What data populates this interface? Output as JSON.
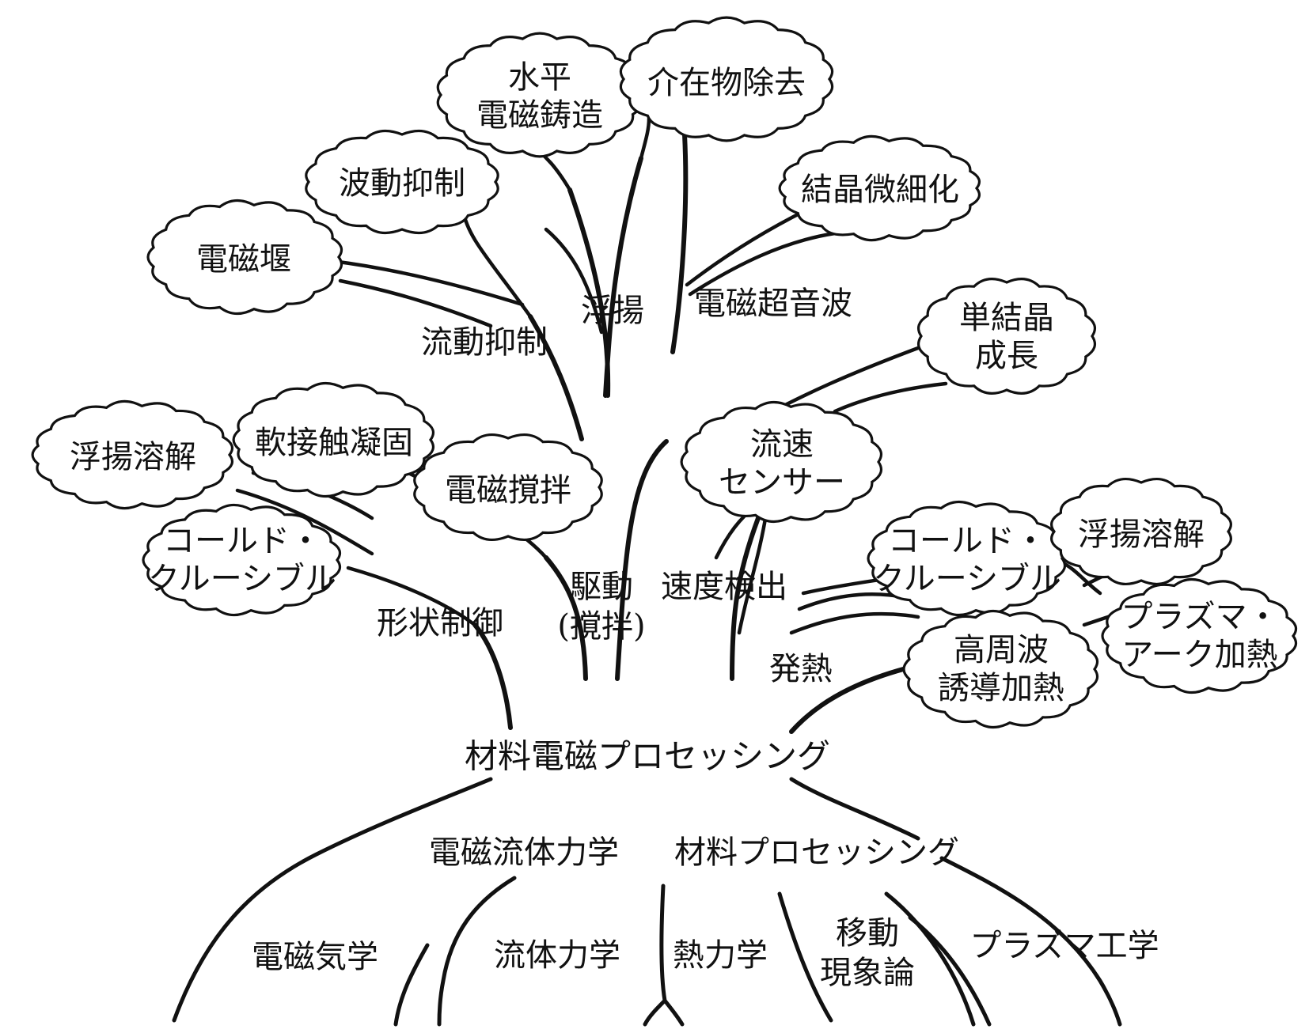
{
  "trunk_label": "材料電磁プロセッシング",
  "foundations": [
    "電磁流体力学",
    "材料プロセッシング"
  ],
  "roots": [
    "電磁気学",
    "流体力学",
    "熱力学",
    [
      "移動",
      "現象論"
    ],
    "プラズマ工学"
  ],
  "branches": [
    "流動抑制",
    "浮揚",
    "電磁超音波",
    "形状制御",
    [
      "駆動",
      "(撹拌)"
    ],
    "速度検出",
    "発熱"
  ],
  "leaves": {
    "horizontal_casting": [
      "水平",
      "電磁鋳造"
    ],
    "inclusion_removal": [
      "介在物除去"
    ],
    "wave_suppression": [
      "波動抑制"
    ],
    "grain_refinement": [
      "結晶微細化"
    ],
    "em_dam": [
      "電磁堰"
    ],
    "single_crystal": [
      "単結晶",
      "成長"
    ],
    "levitation_melting_left": [
      "浮揚溶解"
    ],
    "soft_contact": [
      "軟接触凝固"
    ],
    "em_stirring": [
      "電磁撹拌"
    ],
    "flow_sensor": [
      "流速",
      "センサー"
    ],
    "cold_crucible_left": [
      "コールド・",
      "クルーシブル"
    ],
    "cold_crucible_right": [
      "コールド・",
      "クルーシブル"
    ],
    "levitation_melting_right": [
      "浮揚溶解"
    ],
    "plasma_arc": [
      "プラズマ・",
      "アーク加熱"
    ],
    "induction_heating": [
      "高周波",
      "誘導加熱"
    ]
  }
}
